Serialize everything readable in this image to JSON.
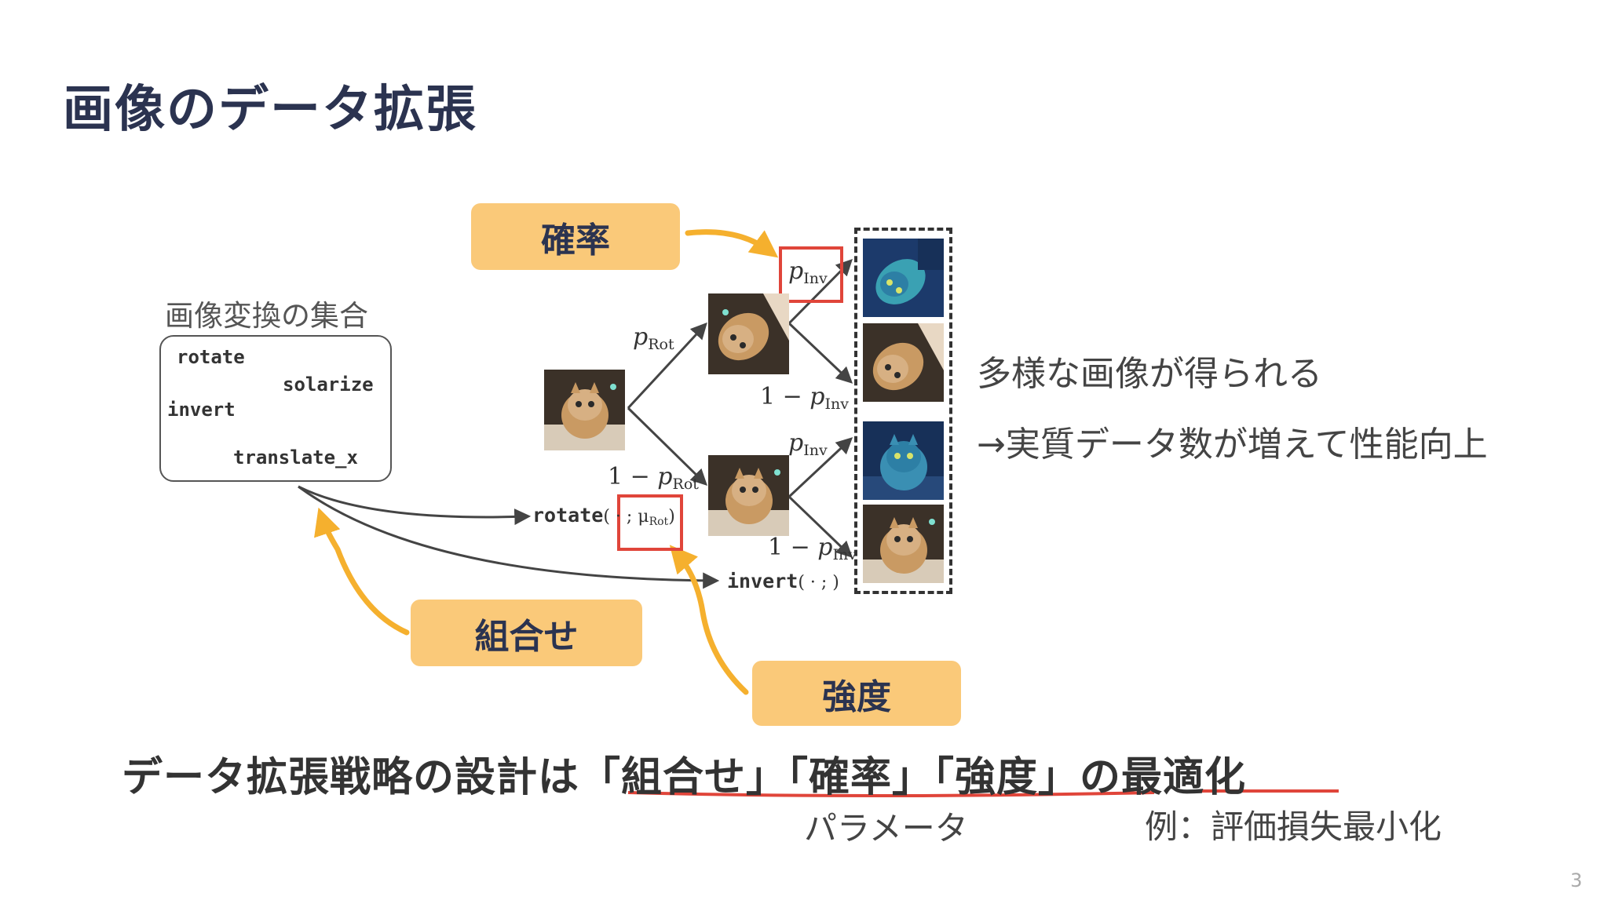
{
  "slide": {
    "title": "画像のデータ拡張",
    "page_number": "3"
  },
  "labels": {
    "probability": "確率",
    "combination": "組合せ",
    "strength": "強度"
  },
  "transform_set": {
    "caption": "画像変換の集合",
    "ops": {
      "rotate": "rotate",
      "solarize": "solarize",
      "invert": "invert",
      "translate": "translate_x"
    }
  },
  "diagram": {
    "p_rot": "p",
    "p_rot_sub": "Rot",
    "one_minus_p_rot": "1 − ",
    "p_inv": "p",
    "p_inv_sub": "Inv",
    "one_minus": "1 − ",
    "rotate_func": "rotate",
    "rotate_arg": "( · ; μ",
    "rotate_arg_sub": "Rot",
    "rotate_arg_close": ")",
    "invert_func": "invert",
    "invert_arg": "( · ; )"
  },
  "right_text": {
    "line1": "多様な画像が得られる",
    "line2": "→実質データ数が増えて性能向上"
  },
  "bottom": {
    "main": "データ拡張戦略の設計は「組合せ」「確率」「強度」の最適化",
    "param_note": "パラメータ",
    "example_note": "例：評価損失最小化"
  },
  "colors": {
    "label_fill": "#fac979",
    "arrow_orange": "#f5b02e",
    "highlight_red": "#e0453a",
    "title_navy": "#2b3350"
  }
}
